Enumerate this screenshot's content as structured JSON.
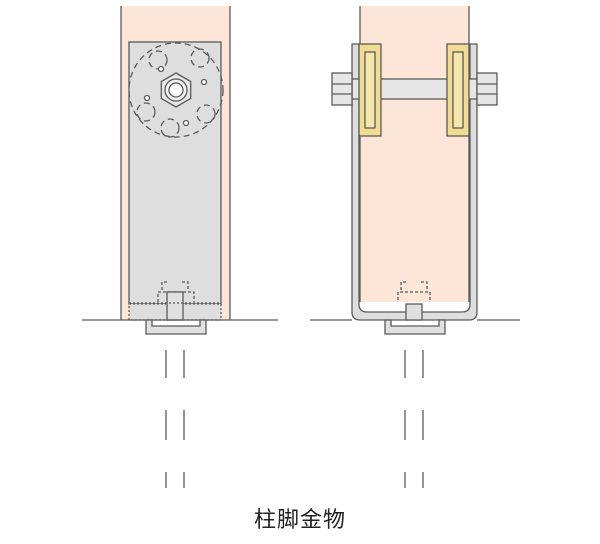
{
  "caption": "柱脚金物",
  "colors": {
    "wood": "#fde6d8",
    "plate": "#dedede",
    "washer": "#f0dc92",
    "bolt": "#e6e6e6",
    "line": "#5a5a5a",
    "background": "#ffffff"
  },
  "views": [
    {
      "name": "front-view",
      "parts": [
        "wood-post",
        "side-plate",
        "bolt-pattern",
        "base-plate",
        "anchor-bolts",
        "ground-line"
      ]
    },
    {
      "name": "side-view",
      "parts": [
        "wood-post",
        "u-bracket",
        "through-bolt",
        "washer-plates",
        "base-plate",
        "anchor-bolts",
        "ground-line"
      ]
    }
  ]
}
